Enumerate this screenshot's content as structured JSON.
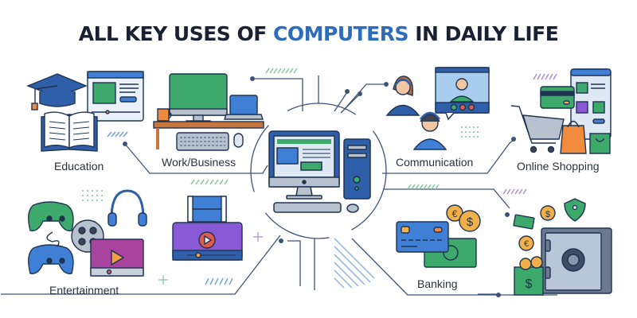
{
  "title": {
    "part1": "ALL KEY USES OF ",
    "accent": "COMPUTERS",
    "part2": " IN DAILY LIFE",
    "colors": {
      "dark": "#1b2133",
      "accent": "#2d6bbd"
    }
  },
  "hub": {
    "name": "central-desktop-computer"
  },
  "categories": [
    {
      "id": "education",
      "label": "Education",
      "icons": [
        "graduation-cap-icon",
        "open-book-icon",
        "online-course-browser-icon"
      ]
    },
    {
      "id": "work",
      "label": "Work/Business",
      "icons": [
        "desktop-monitor-icon",
        "laptop-icon",
        "coffee-mug-icon",
        "keyboard-icon",
        "mouse-icon",
        "desk-icon"
      ]
    },
    {
      "id": "communication",
      "label": "Communication",
      "icons": [
        "headset-agent-icon",
        "video-call-window-icon"
      ]
    },
    {
      "id": "shopping",
      "label": "Online Shopping",
      "icons": [
        "shopping-cart-icon",
        "credit-card-icon",
        "smartphone-store-icon",
        "shopping-bag-icon"
      ]
    },
    {
      "id": "entertainment",
      "label": "Entertainment",
      "icons": [
        "game-controller-icon",
        "headphones-icon",
        "film-reel-icon",
        "video-player-icon"
      ]
    },
    {
      "id": "media",
      "label": "",
      "icons": [
        "film-strip-icon",
        "media-player-icon"
      ]
    },
    {
      "id": "banking",
      "label": "Banking",
      "icons": [
        "credit-card-icon",
        "cash-bill-icon",
        "coin-euro-icon",
        "coin-dollar-icon"
      ]
    },
    {
      "id": "security",
      "label": "",
      "icons": [
        "safe-vault-icon",
        "shield-lock-icon",
        "money-bag-icon",
        "coin-icon"
      ]
    }
  ],
  "palette": {
    "navy": "#243a5e",
    "blue": "#3f7fd6",
    "green": "#3daa6b",
    "orange": "#f08a3c",
    "purple": "#8a5ad6",
    "gold": "#f2b04a",
    "gray": "#9aa6b6"
  }
}
